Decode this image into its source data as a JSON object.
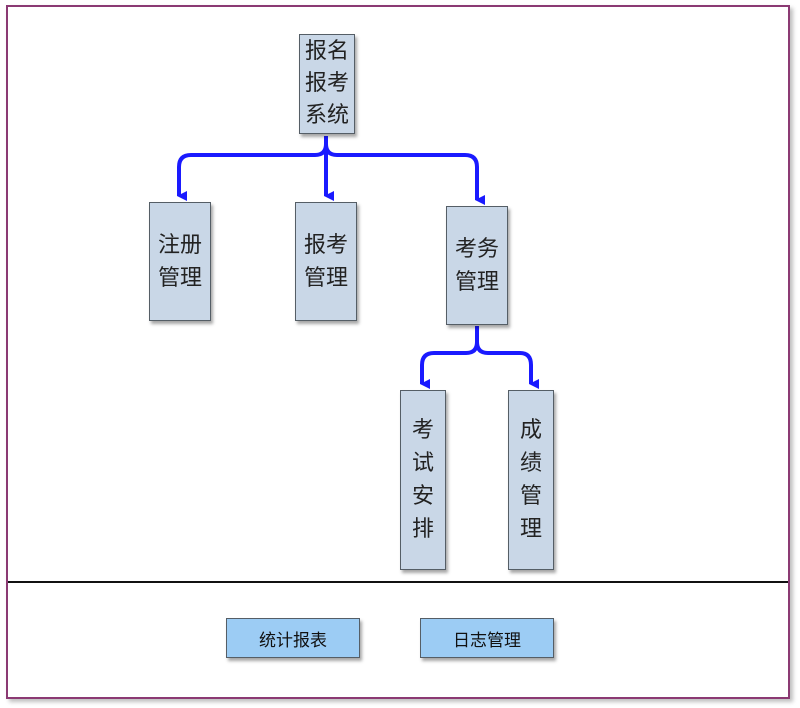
{
  "diagram": {
    "root": {
      "label": "报名\n报考\n系统"
    },
    "children": [
      {
        "id": "register",
        "label": "注册\n管理"
      },
      {
        "id": "apply",
        "label": "报考\n管理"
      },
      {
        "id": "exam",
        "label": "考务\n管理"
      }
    ],
    "exam_children": [
      {
        "id": "schedule",
        "label": "考\n试\n安\n排"
      },
      {
        "id": "scores",
        "label": "成\n绩\n管\n理"
      }
    ]
  },
  "footer": {
    "report_label": "统计报表",
    "log_label": "日志管理"
  },
  "colors": {
    "frame": "#8b3a73",
    "node_fill": "#c9d7e7",
    "button_fill": "#9cccf4",
    "connector": "#1a1aff"
  }
}
